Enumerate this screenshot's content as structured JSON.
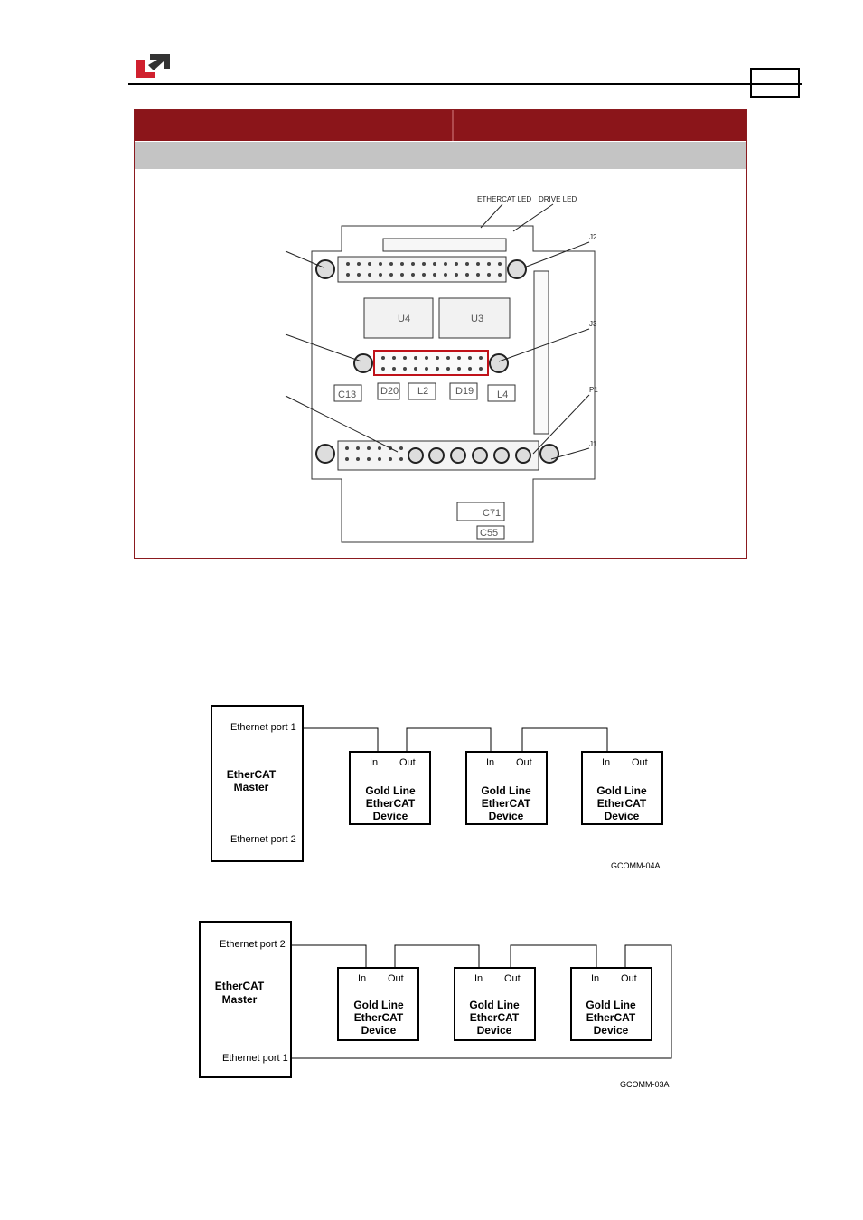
{
  "board": {
    "callouts": {
      "ethercat_led": "ETHERCAT LED",
      "drive_led": "DRIVE LED",
      "j2": "J2",
      "j3": "J3",
      "p1": "P1",
      "j1": "J1"
    },
    "components": {
      "u4": "U4",
      "u3": "U3",
      "c13": "C13",
      "d20": "D20",
      "l2": "L2",
      "d19": "D19",
      "l4": "L4",
      "c71": "C71",
      "c55": "C55"
    }
  },
  "diagram1": {
    "master": {
      "line1": "EtherCAT",
      "line2": "Master",
      "port_top": "Ethernet port 1",
      "port_bottom": "Ethernet port 2"
    },
    "devices": [
      {
        "in": "In",
        "out": "Out",
        "line1": "Gold Line",
        "line2": "EtherCAT",
        "line3": "Device"
      },
      {
        "in": "In",
        "out": "Out",
        "line1": "Gold Line",
        "line2": "EtherCAT",
        "line3": "Device"
      },
      {
        "in": "In",
        "out": "Out",
        "line1": "Gold Line",
        "line2": "EtherCAT",
        "line3": "Device"
      }
    ],
    "code": "GCOMM-04A"
  },
  "diagram2": {
    "master": {
      "line1": "EtherCAT",
      "line2": "Master",
      "port_top": "Ethernet port 2",
      "port_bottom": "Ethernet port 1"
    },
    "devices": [
      {
        "in": "In",
        "out": "Out",
        "line1": "Gold Line",
        "line2": "EtherCAT",
        "line3": "Device"
      },
      {
        "in": "In",
        "out": "Out",
        "line1": "Gold Line",
        "line2": "EtherCAT",
        "line3": "Device"
      },
      {
        "in": "In",
        "out": "Out",
        "line1": "Gold Line",
        "line2": "EtherCAT",
        "line3": "Device"
      }
    ],
    "code": "GCOMM-03A"
  },
  "colors": {
    "brand_red": "#8b151a",
    "logo_red": "#d0202e",
    "logo_dark": "#333333",
    "subheader_gray": "#c4c4c4"
  }
}
